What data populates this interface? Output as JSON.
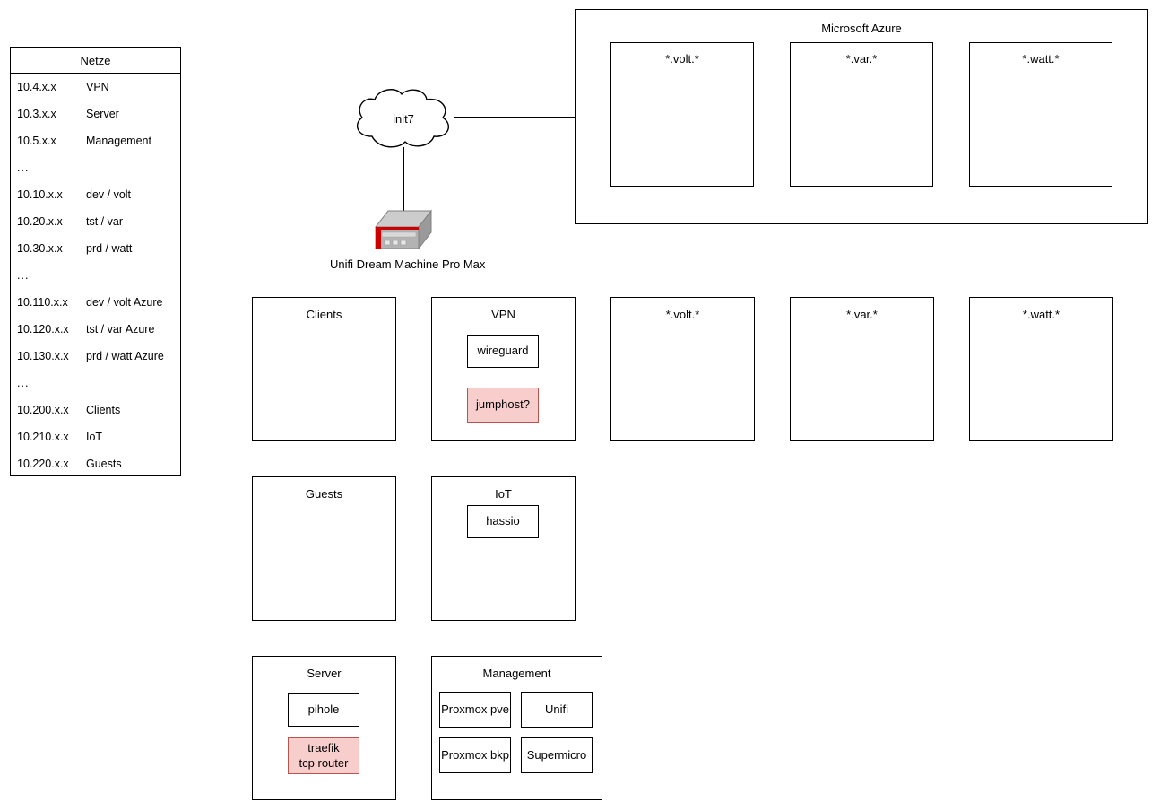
{
  "legend": {
    "title": "Netze",
    "rows": [
      {
        "cidr": "10.4.x.x",
        "name": "VPN"
      },
      {
        "cidr": "10.3.x.x",
        "name": "Server"
      },
      {
        "cidr": "10.5.x.x",
        "name": "Management"
      },
      {
        "cidr": "...",
        "name": ""
      },
      {
        "cidr": "10.10.x.x",
        "name": "dev / volt"
      },
      {
        "cidr": "10.20.x.x",
        "name": "tst / var"
      },
      {
        "cidr": "10.30.x.x",
        "name": "prd / watt"
      },
      {
        "cidr": "...",
        "name": ""
      },
      {
        "cidr": "10.110.x.x",
        "name": "dev / volt Azure"
      },
      {
        "cidr": "10.120.x.x",
        "name": "tst / var Azure"
      },
      {
        "cidr": "10.130.x.x",
        "name": "prd / watt Azure"
      },
      {
        "cidr": "...",
        "name": ""
      },
      {
        "cidr": "10.200.x.x",
        "name": "Clients"
      },
      {
        "cidr": "10.210.x.x",
        "name": "IoT"
      },
      {
        "cidr": "10.220.x.x",
        "name": "Guests"
      }
    ]
  },
  "cloud": {
    "label": "init7"
  },
  "device": {
    "label": "Unifi Dream Machine Pro Max",
    "icon": "router-appliance-icon"
  },
  "azure": {
    "title": "Microsoft Azure",
    "subscriptions": [
      {
        "title": "*.volt.*"
      },
      {
        "title": "*.var.*"
      },
      {
        "title": "*.watt.*"
      }
    ]
  },
  "zones": [
    {
      "title": "Clients",
      "services": []
    },
    {
      "title": "VPN",
      "services": [
        {
          "label": "wireguard",
          "highlight": false
        },
        {
          "label": "jumphost?",
          "highlight": true
        }
      ]
    },
    {
      "title": "*.volt.*",
      "services": []
    },
    {
      "title": "*.var.*",
      "services": []
    },
    {
      "title": "*.watt.*",
      "services": []
    },
    {
      "title": "Guests",
      "services": []
    },
    {
      "title": "IoT",
      "services": [
        {
          "label": "hassio",
          "highlight": false
        }
      ]
    },
    {
      "title": "Server",
      "services": [
        {
          "label": "pihole",
          "highlight": false
        },
        {
          "label": "traefik\ntcp router",
          "highlight": true
        }
      ]
    },
    {
      "title": "Management",
      "services": [
        {
          "label": "Proxmox pve",
          "highlight": false
        },
        {
          "label": "Unifi",
          "highlight": false
        },
        {
          "label": "Proxmox bkp",
          "highlight": false
        },
        {
          "label": "Supermicro",
          "highlight": false
        }
      ]
    }
  ],
  "colors": {
    "stroke": "#000000",
    "background": "#ffffff",
    "highlight_fill": "#f8cecc",
    "highlight_stroke": "#b85450",
    "device_body": "#b3b3b3",
    "device_accent": "#cc0000"
  }
}
